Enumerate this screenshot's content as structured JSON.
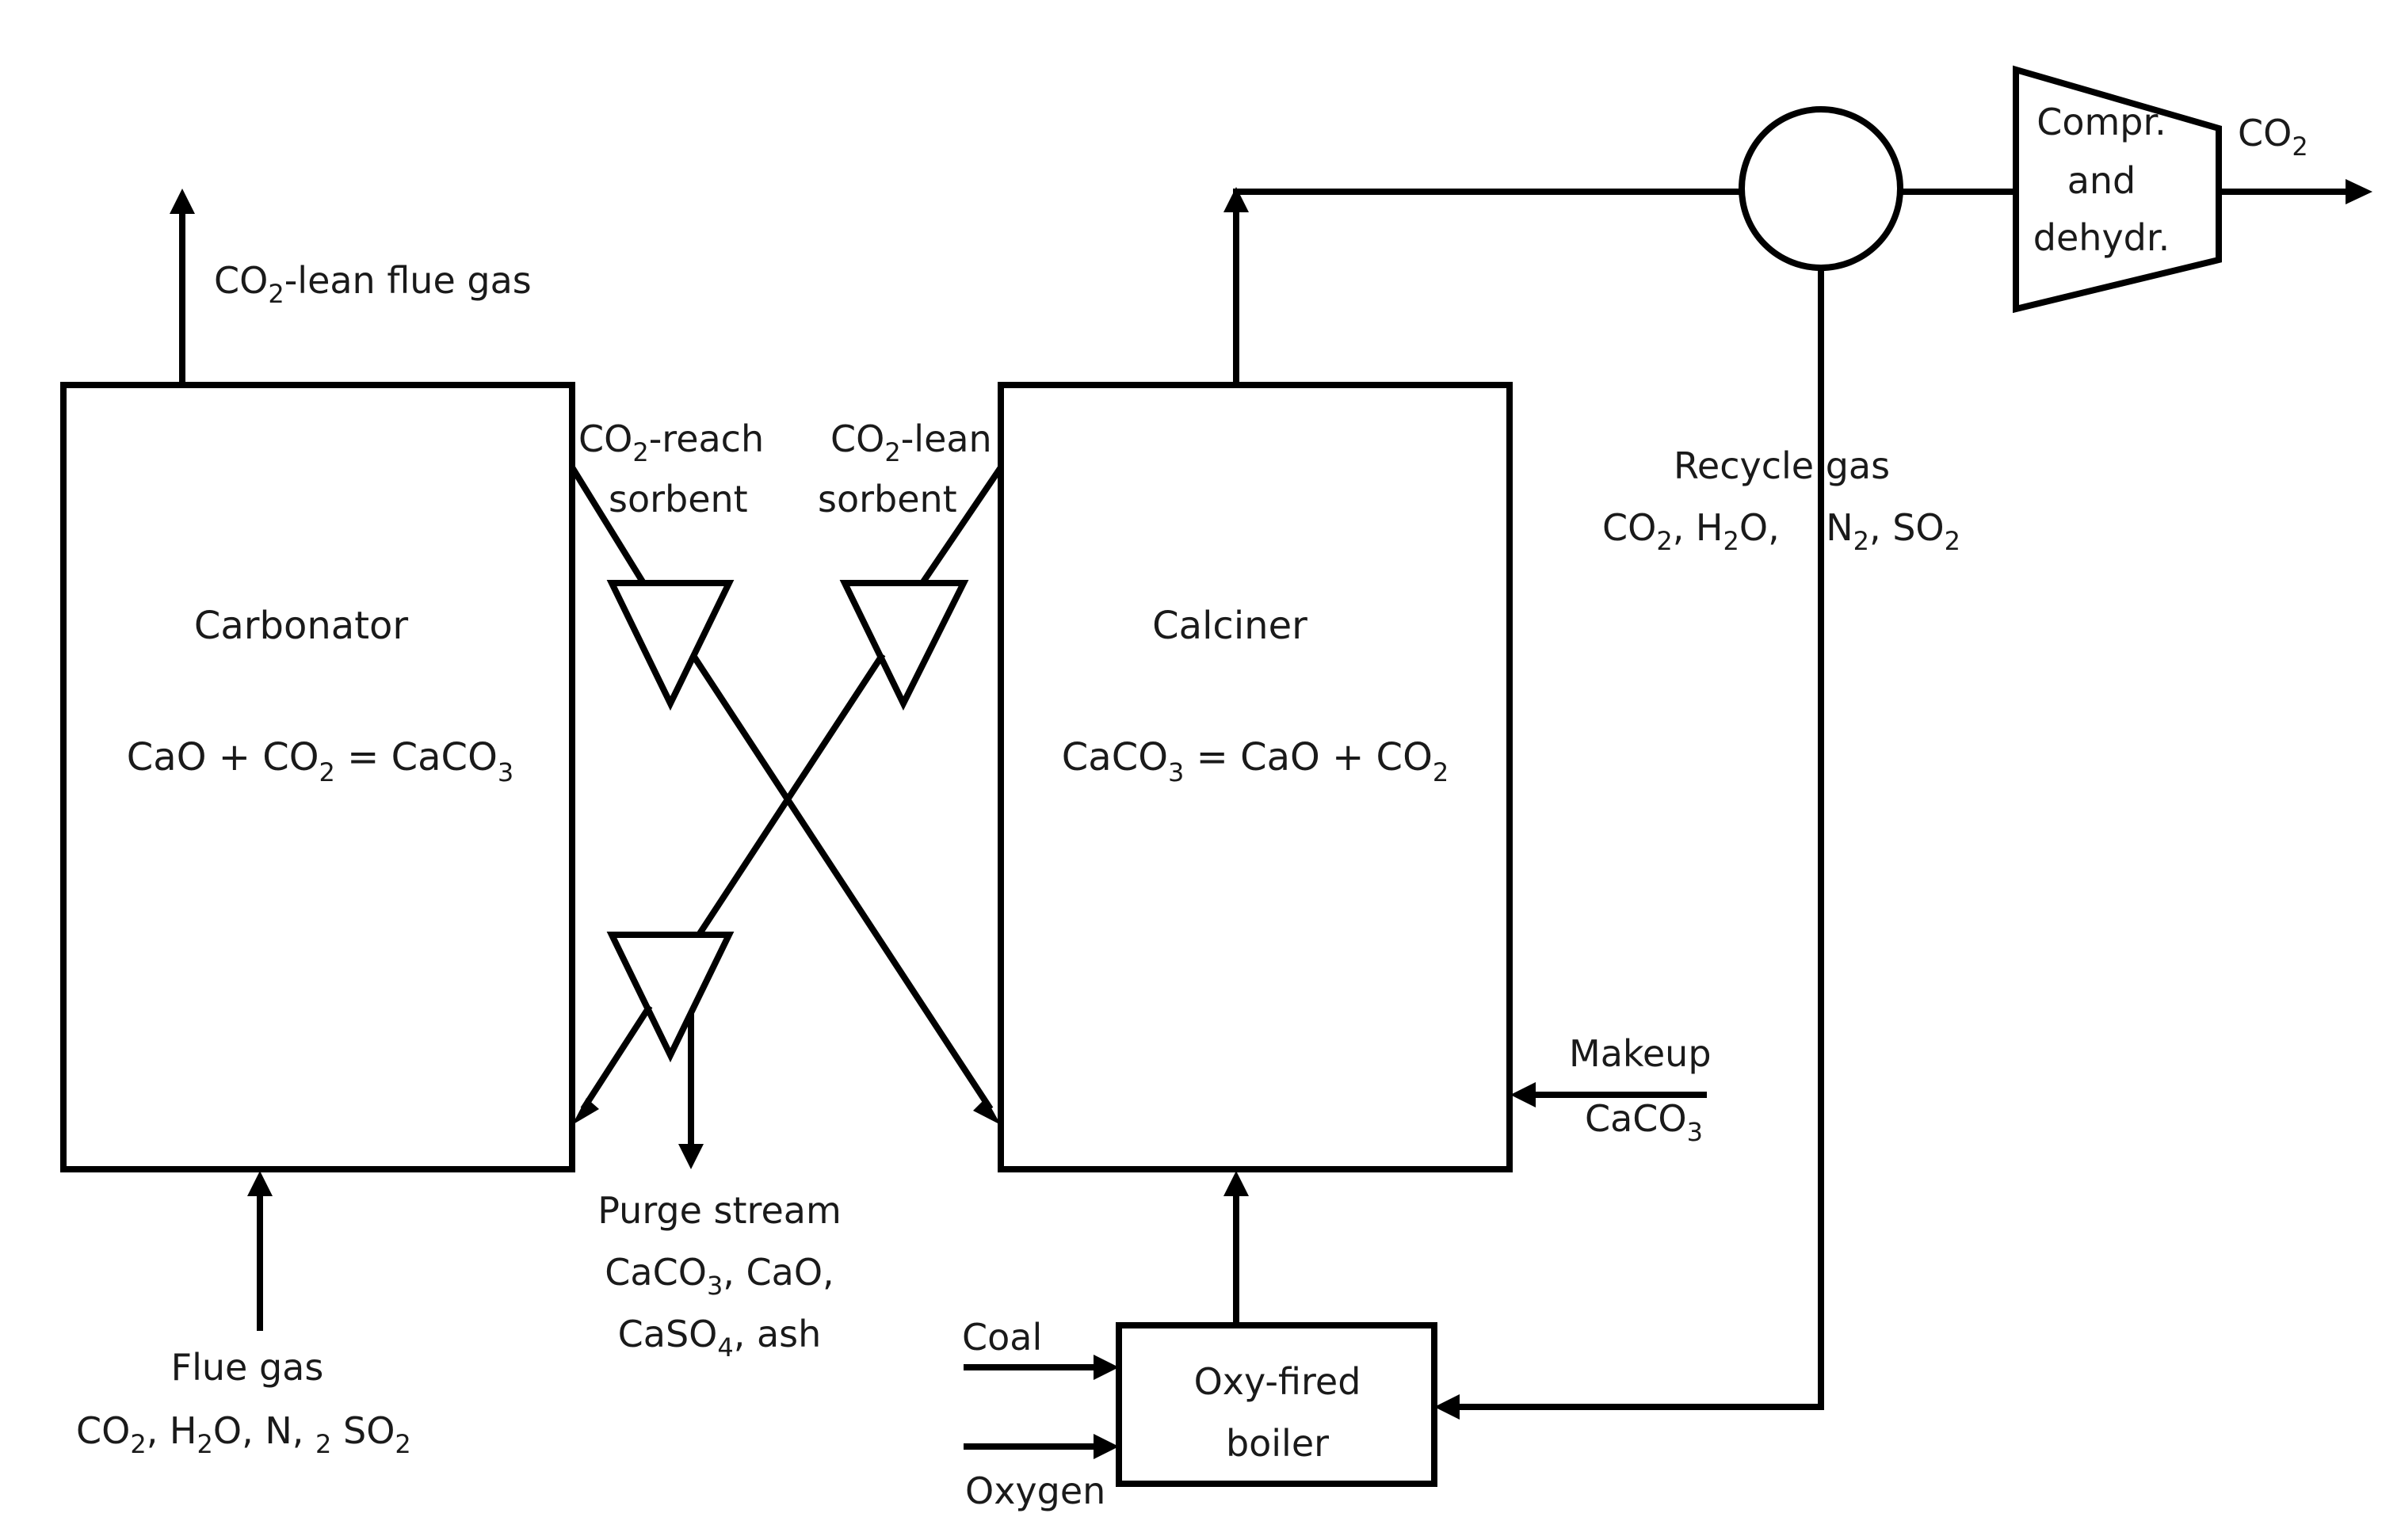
{
  "diagram": {
    "carbonator": {
      "name": "Carbonator",
      "reaction_a": "CaO + CO",
      "reaction_sub1": "2",
      "reaction_b": " = CaCO",
      "reaction_sub2": "3"
    },
    "calciner": {
      "name": "Calciner",
      "reaction_a": "CaCO",
      "reaction_sub1": "3",
      "reaction_b": " = CaO + CO",
      "reaction_sub2": "2"
    },
    "boiler": {
      "line1": "Oxy-fired",
      "line2": "boiler"
    },
    "compressor": {
      "line1": "Compr.",
      "line2": "and",
      "line3": "dehydr."
    },
    "labels": {
      "lean_flue_a": "CO",
      "lean_flue_sub": "2",
      "lean_flue_b": "-lean flue gas",
      "rich_sorbent_a": "CO",
      "rich_sorbent_sub": "2",
      "rich_sorbent_b": "-reach",
      "rich_sorbent_2": "sorbent",
      "lean_sorbent_a": "CO",
      "lean_sorbent_sub": "2",
      "lean_sorbent_b": "-lean",
      "lean_sorbent_2": "sorbent",
      "recycle_1": "Recycle gas",
      "recycle_2a": "CO",
      "recycle_2s1": "2",
      "recycle_2b": ", H",
      "recycle_2s2": "2",
      "recycle_2c": "O,    N",
      "recycle_2s3": "2",
      "recycle_2d": ", SO",
      "recycle_2s4": "2",
      "co2_out": "CO",
      "co2_out_sub": "2",
      "makeup_1": "Makeup",
      "makeup_2": "CaCO",
      "makeup_2_sub": "3",
      "purge_1": "Purge stream",
      "purge_2a": "CaCO",
      "purge_2s": "3",
      "purge_2b": ", CaO,",
      "purge_3a": "CaSO",
      "purge_3s": "4",
      "purge_3b": ", ash",
      "flue_1": "Flue gas",
      "flue_2a": "CO",
      "flue_2s1": "2",
      "flue_2b": ", H",
      "flue_2s2": "2",
      "flue_2c": "O, N",
      "flue_2d": ", ",
      "flue_2s3": "2",
      "flue_2e": " SO",
      "flue_2s4": "2",
      "coal": "Coal",
      "oxygen": "Oxygen"
    }
  }
}
